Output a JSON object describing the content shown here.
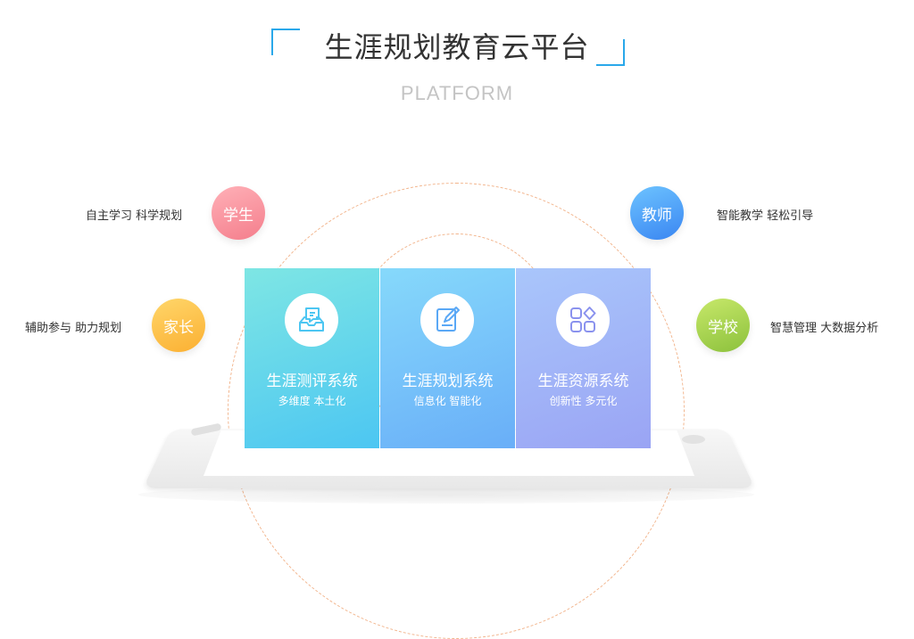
{
  "header": {
    "title": "生涯规划教育云平台",
    "subtitle": "PLATFORM"
  },
  "roles": [
    {
      "label": "学生",
      "desc": "自主学习 科学规划"
    },
    {
      "label": "家长",
      "desc": "辅助参与 助力规划"
    },
    {
      "label": "教师",
      "desc": "智能教学 轻松引导"
    },
    {
      "label": "学校",
      "desc": "智慧管理 大数据分析"
    }
  ],
  "cards": [
    {
      "title": "生涯测评系统",
      "subtitle": "多维度 本土化",
      "icon": "chat-tray-icon"
    },
    {
      "title": "生涯规划系统",
      "subtitle": "信息化 智能化",
      "icon": "document-edit-icon"
    },
    {
      "title": "生涯资源系统",
      "subtitle": "创新性 多元化",
      "icon": "apps-grid-icon"
    }
  ],
  "colors": {
    "accent": "#2aa8ea",
    "student": "#f47e8c",
    "parent": "#fbb032",
    "teacher": "#3a86f2",
    "school": "#8cc13c"
  }
}
